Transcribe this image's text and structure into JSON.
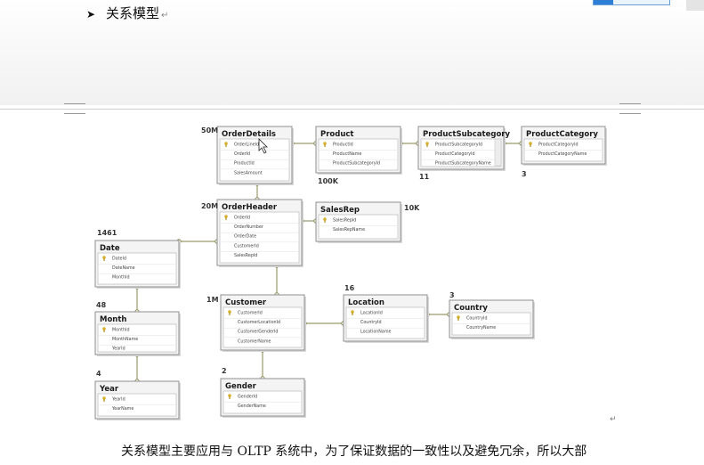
{
  "heading": {
    "bullet": "➤",
    "text": "关系模型",
    "mark": "↵"
  },
  "tables": [
    {
      "id": "OrderDetails",
      "title": "OrderDetails",
      "fields": [
        "OrderLineId",
        "OrderId",
        "ProductId",
        "SalesAmount"
      ],
      "count": "50M"
    },
    {
      "id": "Product",
      "title": "Product",
      "fields": [
        "ProductId",
        "ProductName",
        "ProductSubcategoryId"
      ],
      "count": "100K"
    },
    {
      "id": "ProductSubcategory",
      "title": "ProductSubcategory",
      "fields": [
        "ProductSubcategoryId",
        "ProductCategoryId",
        "ProductSubcategoryName"
      ],
      "count": "11"
    },
    {
      "id": "ProductCategory",
      "title": "ProductCategory",
      "fields": [
        "ProductCategoryId",
        "ProductCategoryName"
      ],
      "count": "3"
    },
    {
      "id": "OrderHeader",
      "title": "OrderHeader",
      "fields": [
        "OrderId",
        "OrderNumber",
        "OrderDate",
        "CustomerId",
        "SalesRepId"
      ],
      "count": "20M"
    },
    {
      "id": "SalesRep",
      "title": "SalesRep",
      "fields": [
        "SalesRepId",
        "SalesRepName"
      ],
      "count": "10K"
    },
    {
      "id": "Date",
      "title": "Date",
      "fields": [
        "DateId",
        "DateName",
        "MonthId"
      ],
      "count": "1461"
    },
    {
      "id": "Month",
      "title": "Month",
      "fields": [
        "MonthId",
        "MonthName",
        "YearId"
      ],
      "count": "48"
    },
    {
      "id": "Year",
      "title": "Year",
      "fields": [
        "YearId",
        "YearName"
      ],
      "count": "4"
    },
    {
      "id": "Customer",
      "title": "Customer",
      "fields": [
        "CustomerId",
        "CustomerLocationId",
        "CustomerGenderId",
        "CustomerName"
      ],
      "count": "1M"
    },
    {
      "id": "Location",
      "title": "Location",
      "fields": [
        "LocationId",
        "CountryId",
        "LocationName"
      ],
      "count": "16"
    },
    {
      "id": "Country",
      "title": "Country",
      "fields": [
        "CountryId",
        "CountryName"
      ],
      "count": "3"
    },
    {
      "id": "Gender",
      "title": "Gender",
      "fields": [
        "GenderId",
        "GenderName"
      ],
      "count": "2"
    }
  ],
  "paragraph_mark": "↵",
  "paragraph": "关系模型主要应用与 OLTP 系统中，为了保证数据的一致性以及避免冗余，所以大部"
}
